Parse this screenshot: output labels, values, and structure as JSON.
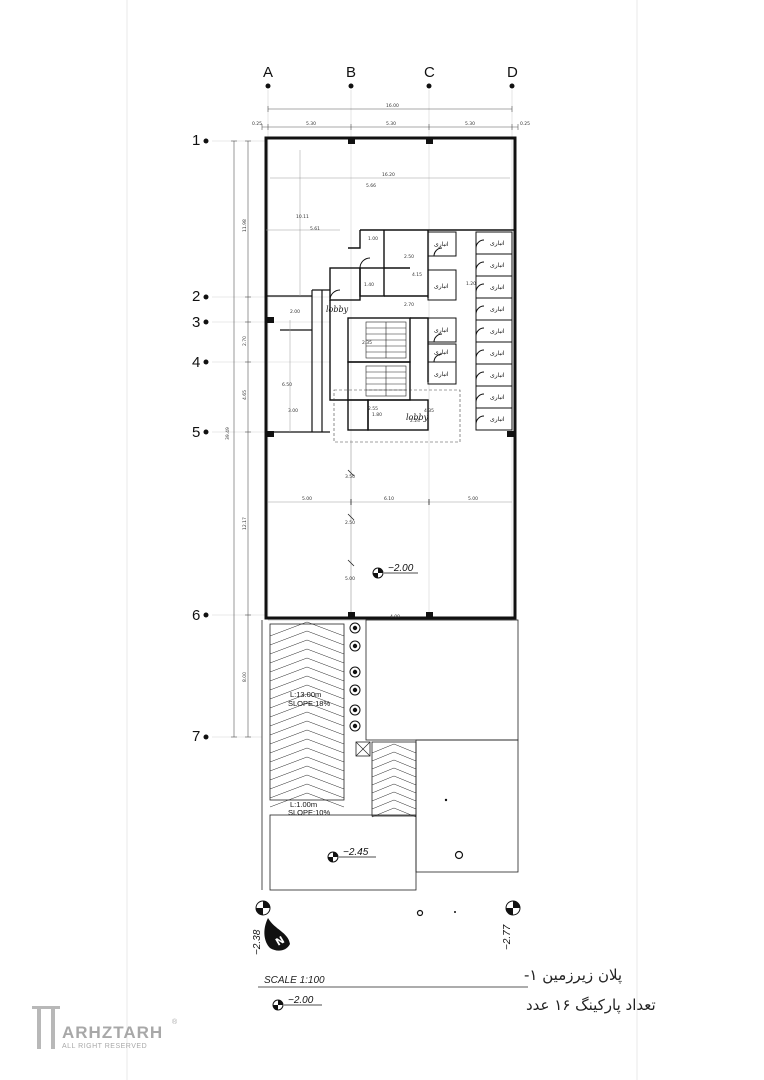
{
  "grid": {
    "letters": [
      "A",
      "B",
      "C",
      "D"
    ],
    "numbers": [
      "1",
      "2",
      "3",
      "4",
      "5",
      "6",
      "7"
    ]
  },
  "dimensions": {
    "overall_width": "16.00",
    "edge_left": "0.25",
    "edge_right": "0.25",
    "span_ab": "5.30",
    "span_bc": "5.30",
    "span_cd": "5.30",
    "overall_height": "39.49",
    "seg_1_2": "11.98",
    "seg_3_4": "2.70",
    "seg_4_5": "4.65",
    "seg_5_6": "12.17",
    "seg_6_7": "8.00",
    "inner_width": "16.20",
    "inner_upper": "5.66",
    "inner_a": "10.11",
    "inner_b": "5.61",
    "inner_c": "6.50",
    "inner_d": "3.00",
    "low_left": "5.00",
    "low_mid": "6.10",
    "low_right": "5.00",
    "low_v1": "3.50",
    "low_v2": "2.50",
    "low_v3": "5.00",
    "gate": "4.00",
    "s1": "1.00",
    "s2": "2.50",
    "s3": "4.15",
    "s4": "2.70",
    "s5": "1.40",
    "s6": "1.80",
    "s7": "2.35",
    "s8": "2.55",
    "s9": "4.35",
    "s10": "2.24",
    "s11": "1.20",
    "s12": "2.00"
  },
  "labels": {
    "storage": "انباری",
    "lobby": "lobby"
  },
  "levels": {
    "main": "−2.00",
    "lower": "−2.45",
    "left_corner": "−2.38",
    "right_corner": "−2.77",
    "legend": "−2.00"
  },
  "ramps": {
    "ramp1_length": "L:13.00m",
    "ramp1_slope": "SLOPE:18%",
    "ramp2_length": "L:1.00m",
    "ramp2_slope": "SLOPE:10%"
  },
  "title": {
    "scale": "SCALE 1:100",
    "plan_name": "پلان زیرزمین ۱-",
    "parking_count": "تعداد پارکینگ ۱۶ عدد"
  },
  "logo": {
    "name": "ARHZTARH",
    "rights": "ALL RIGHT RESERVED",
    "registered": "®"
  }
}
